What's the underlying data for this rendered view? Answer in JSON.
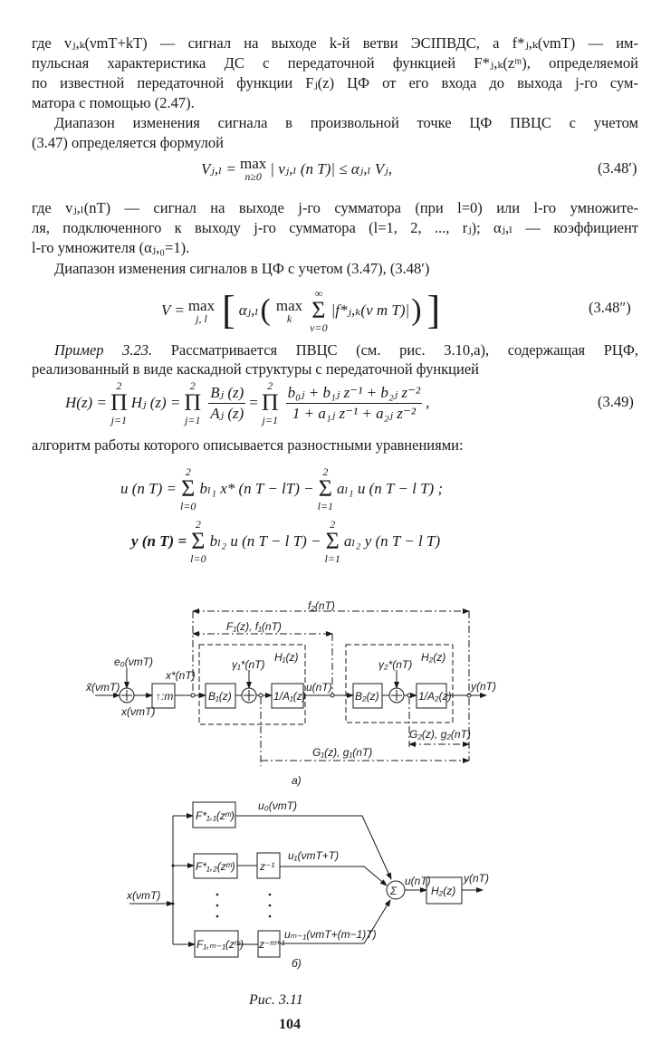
{
  "text": {
    "l1": "где vⱼ,ₖ(νmT+kT) — сигнал на выходе k-й ветви ЭСІПВДС, а f*ⱼ,ₖ(νmT) — им-",
    "l2": "пульсная характеристика ДС с передаточной функцией F*ⱼ,ₖ(zᵐ), определяемой",
    "l3": "по известной передаточной функции Fⱼ(z) ЦФ от его входа до выхода j-го сум-",
    "l4": "матора с помощью (2.47).",
    "l5": "Диапазон изменения сигнала в произвольной точке ЦФ ПВЦС с учетом",
    "l6": "(3.47) определяется формулой",
    "l7": "где vⱼ,ₗ(nT) — сигнал на выходе j-го сумматора (при l=0) или l-го умножите-",
    "l8": "ля, подключенного к выходу j-го сумматора (l=1, 2, ..., rⱼ); αⱼ,ₗ — коэффициент",
    "l9": "l-го умножителя (αⱼ,₀=1).",
    "l10": "Диапазон изменения сигналов в ЦФ с учетом (3.47), (3.48′)",
    "l11_label": "Пример 3.23.",
    "l11": " Рассматривается ПВЦС (см. рис. 3.10,а), содержащая РЦФ,",
    "l12": "реализованный в виде каскадной структуры с передаточной функцией",
    "l13": "алгоритм работы которого описывается разностными уравнениями:"
  },
  "formulas": {
    "f348a": {
      "lhs": "Vⱼ,ₗ =",
      "op": "max",
      "lim": "n≥0",
      "rhs": "| vⱼ,ₗ (n T)| ≤ αⱼ,ₗ Vⱼ,",
      "number": "(3.48′)"
    },
    "f348b": {
      "lhs": "V =",
      "op": "max",
      "lim": "j, l",
      "alpha": "αⱼ,ₗ",
      "inner_op": "max",
      "inner_lim": "k",
      "sum_top": "∞",
      "sum_bot": "ν=0",
      "term": "|f*ⱼ,ₖ(ν m T)|",
      "number": "(3.48″)"
    },
    "f349": {
      "lhs": "H(z) =",
      "prod_top": "2",
      "prod_bot": "j=1",
      "t1": "Hⱼ (z) =",
      "num1": "Bⱼ (z)",
      "den1": "Aⱼ (z)",
      "num2": "b₀ⱼ + b₁ⱼ z⁻¹ + b₂ⱼ z⁻²",
      "den2": "1 + a₁ⱼ z⁻¹ + a₂ⱼ z⁻²",
      "tail": ",",
      "number": "(3.49)"
    },
    "eq_u": {
      "lhs": "u (n T) =",
      "s1_top": "2",
      "s1_bot": "l=0",
      "t1": "bₗ₁ x* (n T − lT) −",
      "s2_top": "2",
      "s2_bot": "l=1",
      "t2": "aₗ₁ u (n T − l T) ;"
    },
    "eq_y": {
      "lhs": "y (n T) =",
      "s1_top": "2",
      "s1_bot": "l=0",
      "t1": "bₗ₂ u (n T − l T) −",
      "s2_top": "2",
      "s2_bot": "l=1",
      "t2": "aₗ₂ y (n T − l T)"
    }
  },
  "sigma": "Σ",
  "prod": "Π",
  "figure_a": {
    "f2": "f₂(nT)",
    "F1": "F₁(z), f₁(nT)",
    "H1": "H₁(z)",
    "H2": "H₂(z)",
    "xin": "x̃(νmT)",
    "e0": "e₀(νmT)",
    "xv": "x(νmT)",
    "up": "↑:m",
    "xstar": "x*(nT)",
    "B1": "B₁(z)",
    "g1": "γ₁*(nT)",
    "A1": "1/A₁(z)",
    "u": "u(nT)",
    "B2": "B₂(z)",
    "g2": "γ₂*(nT)",
    "A2": "1/A₂(z)",
    "y": "y(nT)",
    "G2": "G₂(z), g₂(nT)",
    "G1": "G₁(z), g₁(nT)",
    "label": "а)"
  },
  "figure_b": {
    "x": "x(νmT)",
    "F11": "F*₁,₁(zᵐ)",
    "F12": "F*₁,₂(zᵐ)",
    "F1m": "F₁,ₘ₋₁(zᵐ)",
    "z1": "z⁻¹",
    "zm": "z⁻ᵐ⁺¹",
    "u0": "u₀(νmT)",
    "u1": "u₁(νmT+T)",
    "um": "uₘ₋₁(νmT+(m−1)T)",
    "sum": "Σ",
    "u": "u(nT)",
    "H2": "H₂(z)",
    "y": "y(nT)",
    "label": "б)"
  },
  "caption": "Рис. 3.11",
  "page_number": "104"
}
